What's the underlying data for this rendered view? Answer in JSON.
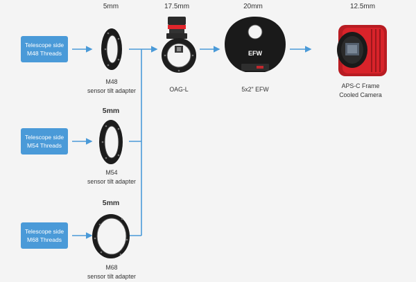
{
  "dimensions": {
    "adapter_m48": "5mm",
    "oag": "17.5mm",
    "efw": "20mm",
    "camera": "12.5mm",
    "adapter_m54": "5mm",
    "adapter_m68": "5mm"
  },
  "telescope_side": {
    "m48": {
      "line1": "Telescope side",
      "line2": "M48 Threads"
    },
    "m54": {
      "line1": "Telescope side",
      "line2": "M54 Threads"
    },
    "m68": {
      "line1": "Telescope side",
      "line2": "M68 Threads"
    }
  },
  "captions": {
    "adapter_m48": {
      "line1": "M48",
      "line2": "sensor tilt adapter"
    },
    "adapter_m54": {
      "line1": "M54",
      "line2": "sensor tilt adapter"
    },
    "adapter_m68": {
      "line1": "M68",
      "line2": "sensor tilt adapter"
    },
    "oag": "OAG-L",
    "efw": "5x2\" EFW",
    "camera": {
      "line1": "APS-C Frame",
      "line2": "Cooled Camera"
    }
  },
  "product_print": {
    "efw_badge": "EFW"
  },
  "colors": {
    "box_blue": "#4a9ad8",
    "arrow_blue": "#4a9ad8",
    "camera_red": "#d8232a",
    "oag_red": "#e0252b",
    "background": "#f4f4f4"
  }
}
